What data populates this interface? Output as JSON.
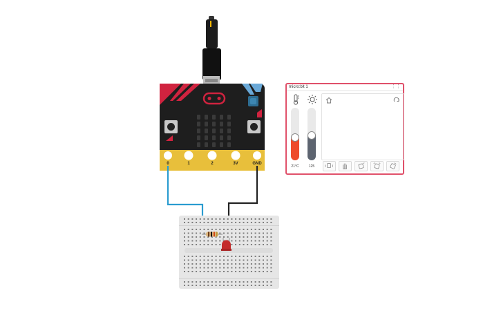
{
  "board": {
    "pin_labels": [
      "0",
      "1",
      "2",
      "3V",
      "GND"
    ]
  },
  "panel": {
    "title": "micro:bit 1",
    "temperature": {
      "value": "21°C",
      "level": 0.45,
      "icon": "thermometer-icon"
    },
    "light": {
      "value": "125",
      "level": 0.49,
      "icon": "sun-icon"
    },
    "viewport_icons": [
      "home-icon",
      "rotate-icon"
    ],
    "gesture_icons": [
      "shake-icon",
      "hand-icon",
      "tilt-left-icon",
      "tilt-right-icon",
      "tilt-forward-icon"
    ]
  },
  "colors": {
    "board_black": "#1e1e1e",
    "board_red": "#d0233f",
    "pin_gold": "#e8bf3b",
    "wire_blue": "#2a9cd0",
    "wire_black": "#222222",
    "temp_fill": "#ee4a2a",
    "light_fill": "#5d6470",
    "led_red": "#c42b2b",
    "panel_border": "#e0506a",
    "breadboard": "#e6e6e6"
  }
}
